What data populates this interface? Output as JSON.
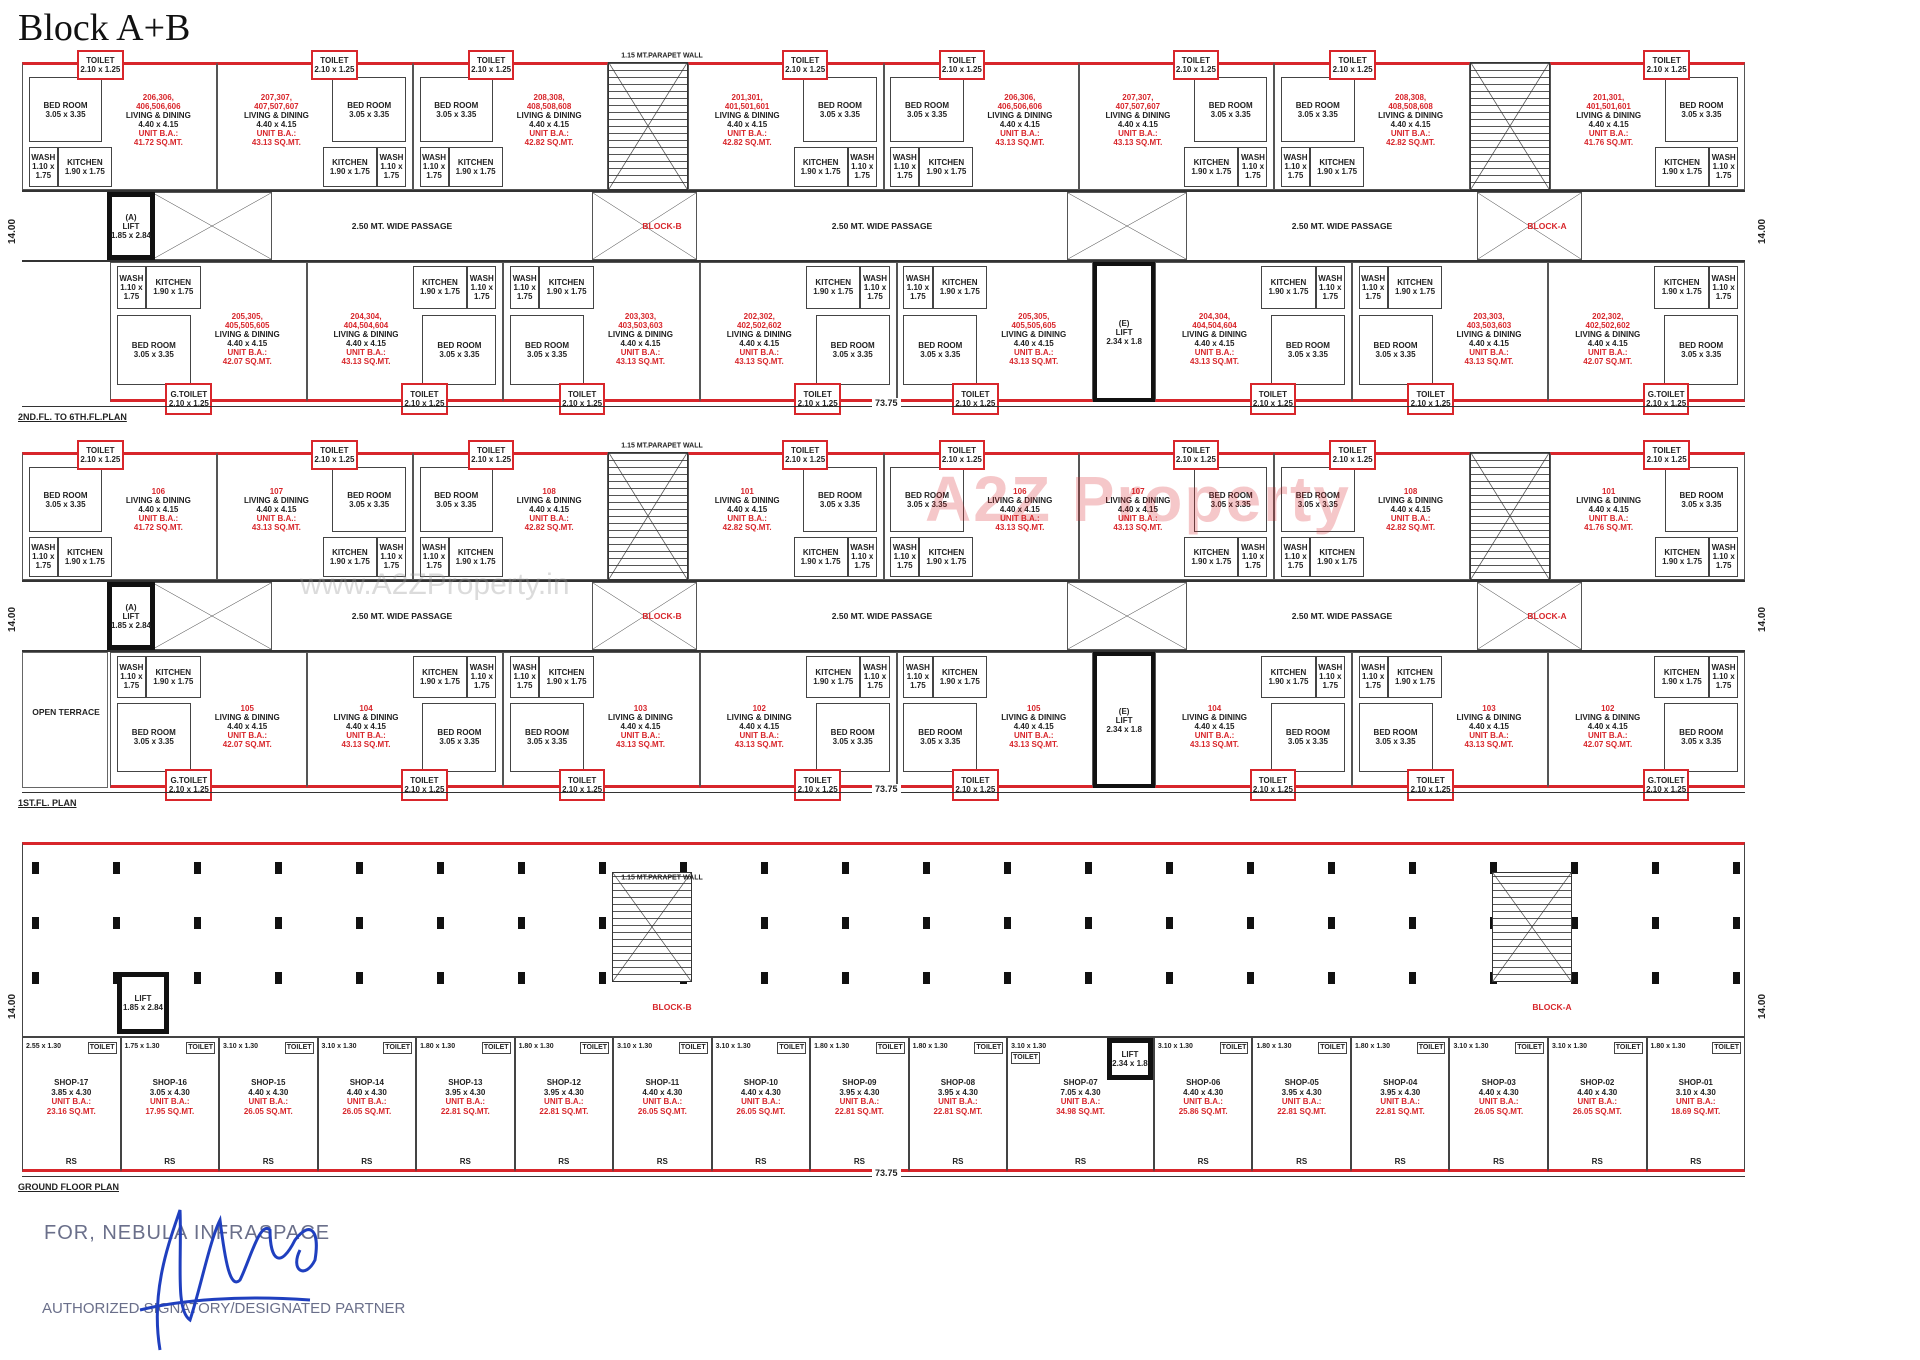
{
  "title": "Block A+B",
  "common": {
    "bed": [
      "BED ROOM",
      "3.05 x 3.35"
    ],
    "living": [
      "LIVING & DINING",
      "4.40 x 4.15"
    ],
    "unit_ba": "UNIT B.A.:",
    "kitchen": [
      "KITCHEN",
      "1.90 x 1.75"
    ],
    "wash": [
      "WASH",
      "1.10 x",
      "1.75"
    ],
    "toilet": [
      "TOILET",
      "2.10 x 1.25"
    ],
    "passage": "2.50 MT. WIDE PASSAGE",
    "parapet": "1.15 MT.PARAPET WALL",
    "block_b": "BLOCK-B",
    "block_a": "BLOCK-A",
    "lift_a": [
      "(A)",
      "LIFT",
      "1.85 x 2.84"
    ],
    "lift_e": [
      "(E)",
      "LIFT",
      "2.34 x 1.8"
    ],
    "open_terrace": "OPEN TERRACE",
    "length": "73.75",
    "width": "14.00",
    "colors": {
      "wall": "#444444",
      "boundary": "#d8262b",
      "signature": "#1f3fbf"
    }
  },
  "floors": [
    {
      "label": "2ND.FL. TO 6TH.FL.PLAN",
      "top": [
        {
          "no": "206,306,\n406,506,606",
          "area": "41.72 SQ.MT."
        },
        {
          "no": "207,307,\n407,507,607",
          "area": "43.13 SQ.MT."
        },
        {
          "no": "208,308,\n408,508,608",
          "area": "42.82 SQ.MT."
        },
        {
          "no": "201,301,\n401,501,601",
          "area": "42.82 SQ.MT."
        },
        {
          "no": "206,306,\n406,506,606",
          "area": "43.13 SQ.MT."
        },
        {
          "no": "207,307,\n407,507,607",
          "area": "43.13 SQ.MT."
        },
        {
          "no": "208,308,\n408,508,608",
          "area": "42.82 SQ.MT."
        },
        {
          "no": "201,301,\n401,501,601",
          "area": "41.76 SQ.MT."
        }
      ],
      "bottom": [
        {
          "no": "205,305,\n405,505,605",
          "area": "42.07 SQ.MT.",
          "toilet": "G.TOILET"
        },
        {
          "no": "204,304,\n404,504,604",
          "area": "43.13 SQ.MT."
        },
        {
          "no": "203,303,\n403,503,603",
          "area": "43.13 SQ.MT."
        },
        {
          "no": "202,302,\n402,502,602",
          "area": "43.13 SQ.MT."
        },
        {
          "no": "205,305,\n405,505,605",
          "area": "43.13 SQ.MT."
        },
        {
          "no": "204,304,\n404,504,604",
          "area": "43.13 SQ.MT."
        },
        {
          "no": "203,303,\n403,503,603",
          "area": "43.13 SQ.MT."
        },
        {
          "no": "202,302,\n402,502,602",
          "area": "42.07 SQ.MT.",
          "toilet": "G.TOILET"
        }
      ]
    },
    {
      "label": "1ST.FL. PLAN",
      "top": [
        {
          "no": "106",
          "area": "41.72 SQ.MT."
        },
        {
          "no": "107",
          "area": "43.13 SQ.MT."
        },
        {
          "no": "108",
          "area": "42.82 SQ.MT."
        },
        {
          "no": "101",
          "area": "42.82 SQ.MT."
        },
        {
          "no": "106",
          "area": "43.13 SQ.MT."
        },
        {
          "no": "107",
          "area": "43.13 SQ.MT."
        },
        {
          "no": "108",
          "area": "42.82 SQ.MT."
        },
        {
          "no": "101",
          "area": "41.76 SQ.MT."
        }
      ],
      "bottom": [
        {
          "no": "105",
          "area": "42.07 SQ.MT.",
          "toilet": "G.TOILET"
        },
        {
          "no": "104",
          "area": "43.13 SQ.MT."
        },
        {
          "no": "103",
          "area": "43.13 SQ.MT."
        },
        {
          "no": "102",
          "area": "43.13 SQ.MT."
        },
        {
          "no": "105",
          "area": "43.13 SQ.MT."
        },
        {
          "no": "104",
          "area": "43.13 SQ.MT."
        },
        {
          "no": "103",
          "area": "43.13 SQ.MT."
        },
        {
          "no": "102",
          "area": "42.07 SQ.MT.",
          "toilet": "G.TOILET"
        }
      ]
    }
  ],
  "ground": {
    "label": "GROUND FLOOR PLAN",
    "rs": "RS",
    "toilet": "TOILET",
    "lift": [
      "LIFT",
      "1.85 x 2.84"
    ],
    "lift2": [
      "LIFT",
      "2.34 x 1.8"
    ],
    "shops": [
      {
        "name": "SHOP-17",
        "dims": "3.85 x 4.30",
        "area": "23.16 SQ.MT.",
        "front": "2.55 x 1.30"
      },
      {
        "name": "SHOP-16",
        "dims": "3.05 x 4.30",
        "area": "17.95 SQ.MT.",
        "front": "1.75 x 1.30"
      },
      {
        "name": "SHOP-15",
        "dims": "4.40 x 4.30",
        "area": "26.05 SQ.MT.",
        "front": "3.10 x 1.30"
      },
      {
        "name": "SHOP-14",
        "dims": "4.40 x 4.30",
        "area": "26.05 SQ.MT.",
        "front": "3.10 x 1.30"
      },
      {
        "name": "SHOP-13",
        "dims": "3.95 x 4.30",
        "area": "22.81 SQ.MT.",
        "front": "1.80 x 1.30"
      },
      {
        "name": "SHOP-12",
        "dims": "3.95 x 4.30",
        "area": "22.81 SQ.MT.",
        "front": "1.80 x 1.30"
      },
      {
        "name": "SHOP-11",
        "dims": "4.40 x 4.30",
        "area": "26.05 SQ.MT.",
        "front": "3.10 x 1.30"
      },
      {
        "name": "SHOP-10",
        "dims": "4.40 x 4.30",
        "area": "26.05 SQ.MT.",
        "front": "3.10 x 1.30"
      },
      {
        "name": "SHOP-09",
        "dims": "3.95 x 4.30",
        "area": "22.81 SQ.MT.",
        "front": "1.80 x 1.30"
      },
      {
        "name": "SHOP-08",
        "dims": "3.95 x 4.30",
        "area": "22.81 SQ.MT.",
        "front": "1.80 x 1.30"
      },
      {
        "name": "SHOP-07",
        "dims": "7.05 x 4.30",
        "area": "34.98 SQ.MT.",
        "front": "3.10 x 1.30"
      },
      {
        "name": "SHOP-06",
        "dims": "4.40 x 4.30",
        "area": "25.86 SQ.MT.",
        "front": "3.10 x 1.30"
      },
      {
        "name": "SHOP-05",
        "dims": "3.95 x 4.30",
        "area": "22.81 SQ.MT.",
        "front": "1.80 x 1.30"
      },
      {
        "name": "SHOP-04",
        "dims": "3.95 x 4.30",
        "area": "22.81 SQ.MT.",
        "front": "1.80 x 1.30"
      },
      {
        "name": "SHOP-03",
        "dims": "4.40 x 4.30",
        "area": "26.05 SQ.MT.",
        "front": "3.10 x 1.30"
      },
      {
        "name": "SHOP-02",
        "dims": "4.40 x 4.30",
        "area": "26.05 SQ.MT.",
        "front": "3.10 x 1.30"
      },
      {
        "name": "SHOP-01",
        "dims": "3.10 x 4.30",
        "area": "18.69 SQ.MT.",
        "front": "1.80 x 1.30"
      }
    ]
  },
  "watermark": {
    "logo": "A2Z Property",
    "url": "www.A2ZProperty.in"
  },
  "signature": {
    "company": "FOR, NEBULA INFRASPACE",
    "role": "AUTHORIZED SIGNATORY/DESIGNATED PARTNER"
  }
}
